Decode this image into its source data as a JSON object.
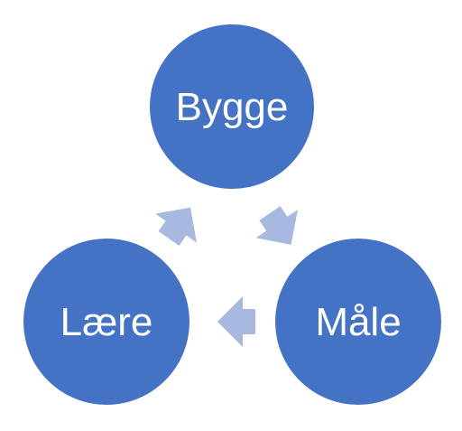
{
  "diagram": {
    "type": "cycle",
    "nodes": [
      {
        "id": "bygge",
        "label": "Bygge"
      },
      {
        "id": "male",
        "label": "Måle"
      },
      {
        "id": "laere",
        "label": "Lære"
      }
    ],
    "edges": [
      {
        "from": "bygge",
        "to": "male"
      },
      {
        "from": "male",
        "to": "laere"
      },
      {
        "from": "laere",
        "to": "bygge"
      }
    ],
    "colors": {
      "node_fill": "#4472C4",
      "arrow_fill": "#A9B8DE",
      "label_text": "#FFFFFF",
      "background": "#FFFFFF"
    }
  }
}
